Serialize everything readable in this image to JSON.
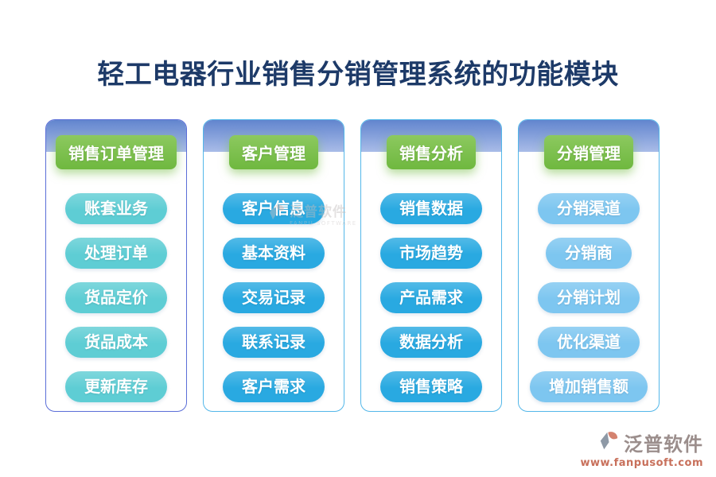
{
  "title": "轻工电器行业销售分销管理系统的功能模块",
  "columns": [
    {
      "header": "销售订单管理",
      "button_color": "#5ecdd4",
      "border_color": "#5b6ed8",
      "items": [
        "账套业务",
        "处理订单",
        "货品定价",
        "货品成本",
        "更新库存"
      ]
    },
    {
      "header": "客户管理",
      "button_color": "#29a9e1",
      "border_color": "#53b7e9",
      "items": [
        "客户信息",
        "基本资料",
        "交易记录",
        "联系记录",
        "客户需求"
      ]
    },
    {
      "header": "销售分析",
      "button_color": "#29a9e1",
      "border_color": "#53b7e9",
      "items": [
        "销售数据",
        "市场趋势",
        "产品需求",
        "数据分析",
        "销售策略"
      ]
    },
    {
      "header": "分销管理",
      "button_color": "#7dc6f0",
      "border_color": "#53b7e9",
      "items": [
        "分销渠道",
        "分销商",
        "分销计划",
        "优化渠道",
        "增加销售额"
      ]
    }
  ],
  "watermark": {
    "text": "泛普软件",
    "subtext": "FANPU SOFTWARE"
  },
  "footer": {
    "brand": "泛普软件",
    "url": "www.fanpusoft.com"
  },
  "colors": {
    "title_color": "#1d3a68",
    "band_top": "#6285ce",
    "band_bottom": "#a9bce8",
    "header_green_top": "#8cc95f",
    "header_green_bottom": "#6fb83f",
    "footer_brand": "#9b8e8c",
    "footer_url": "#c8705b"
  }
}
